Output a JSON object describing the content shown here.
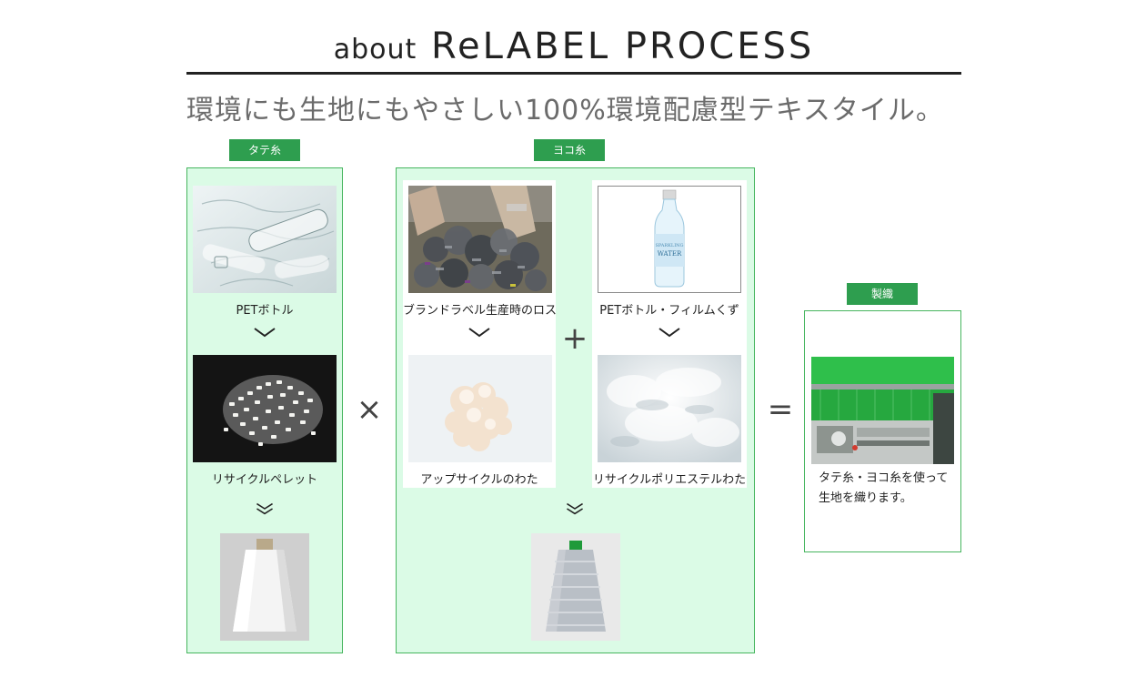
{
  "header": {
    "title_about": "about",
    "title_main": "ReLABEL PROCESS",
    "subtitle": "環境にも生地にもやさしい100%環境配慮型テキスタイル。"
  },
  "warp": {
    "tag": "タテ糸",
    "step1_label": "PETボトル",
    "step2_label": "リサイクルペレット"
  },
  "weft": {
    "tag": "ヨコ糸",
    "left_step1_label": "ブランドラベル生産時のロス",
    "left_step2_label": "アップサイクルのわた",
    "right_step1_label": "PETボトル・フィルムくず",
    "right_step2_label": "リサイクルポリエステルわた",
    "bottle_text_line1": "SPARKLING",
    "bottle_text_line2": "WATER"
  },
  "weave": {
    "tag": "製織",
    "desc_line1": "タテ糸・ヨコ糸を使って",
    "desc_line2": "生地を織ります。"
  },
  "operators": {
    "times": "×",
    "plus": "+",
    "equals": "="
  },
  "colors": {
    "accent_green": "#2e9e4f",
    "panel_fill": "#dbfbe6",
    "panel_border": "#46b55e"
  }
}
